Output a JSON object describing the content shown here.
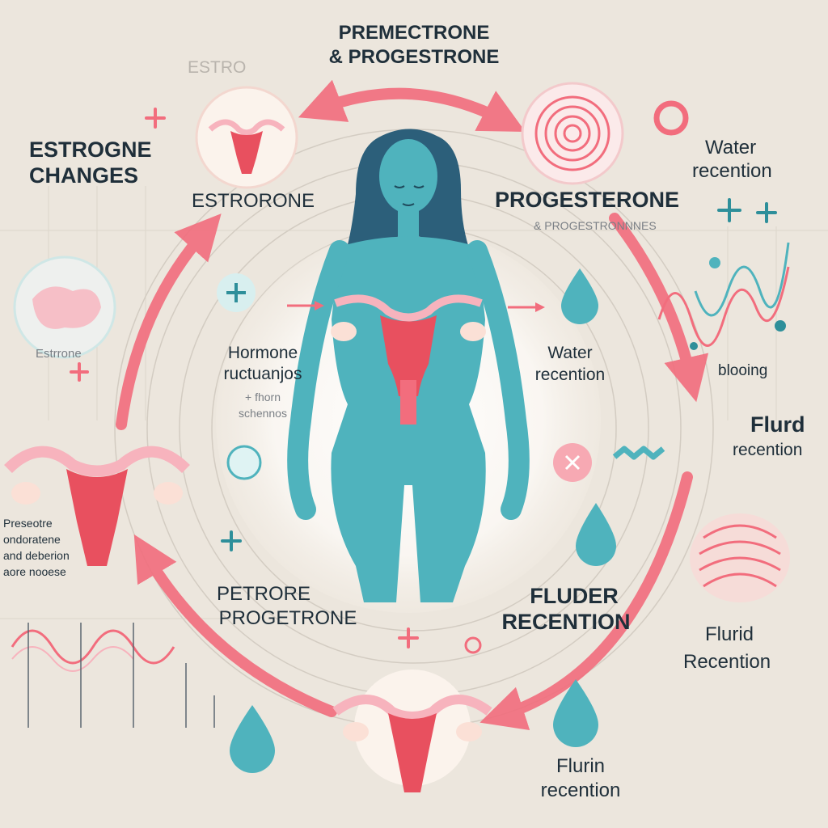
{
  "labels": {
    "top_title_line1": "PREMECTRONE",
    "top_title_line2": "& PROGESTRONE",
    "faded_estro": "ESTRO",
    "estrogne_changes_line1": "ESTROGNE",
    "estrogne_changes_line2": "CHANGES",
    "estrorone": "ESTRORONE",
    "progesterone": "PROGESTERONE",
    "progesterone_subtext": "& PROGESTRONNNES",
    "water_recention_top_line1": "Water",
    "water_recention_top_line2": "recention",
    "estrrone_small": "Estrrone",
    "hormone_line1": "Hormone",
    "hormone_line2": "ructuanjos",
    "hormone_sub1": "+ fhorn",
    "hormone_sub2": "schennos",
    "water_recention_mid_line1": "Water",
    "water_recention_mid_line2": "recention",
    "blooing": "blooing",
    "flurd_recention_right_line1": "Flurd",
    "flurd_recention_right_line2": "recention",
    "left_small_line1": "Preseotre",
    "left_small_line2": "ondoratene",
    "left_small_line3": "and deberion",
    "left_small_line4": "aore nooese",
    "petrore_line1": "PETRORE",
    "petrore_line2": "PROGETRONE",
    "fluder_line1": "FLUDER",
    "fluder_line2": "RECENTION",
    "flurid_recention_line1": "Flurid",
    "flurid_recention_line2": "Recention",
    "flurin_line1": "Flurin",
    "flurin_line2": "recention"
  },
  "colors": {
    "background": "#ece6dd",
    "teal": "#4fb3bd",
    "teal_dark": "#2e8f9a",
    "coral": "#f26d7d",
    "pink_light": "#f7b3bd",
    "uterus_red": "#e8505f",
    "text_dark": "#1f2f3a"
  },
  "icons": [
    "woman-figure-icon",
    "uterus-icon",
    "spiral-icon",
    "ring-icon",
    "water-drop-icon",
    "plus-icon",
    "wave-line-icon",
    "cycle-arrow-icon"
  ]
}
